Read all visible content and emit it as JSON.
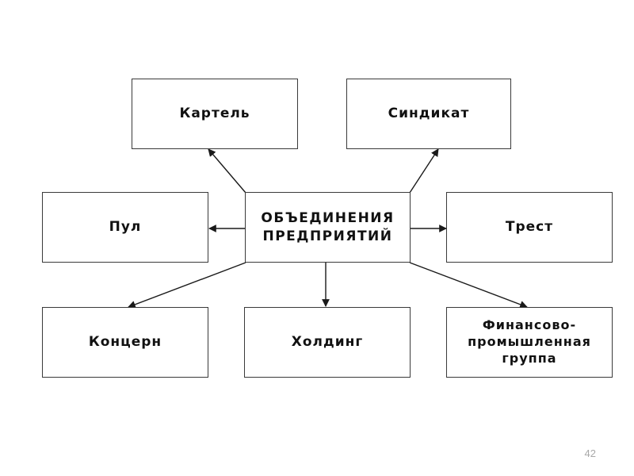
{
  "diagram": {
    "center": {
      "line1": "ОБЪЕДИНЕНИЯ",
      "line2": "ПРЕДПРИЯТИЙ"
    },
    "nodes": {
      "kartel": "Картель",
      "sindikat": "Синдикат",
      "pul": "Пул",
      "trest": "Трест",
      "koncern": "Концерн",
      "holding": "Холдинг",
      "fin_line1": "Финансово-",
      "fin_line2": "промышленная",
      "fin_line3": "группа"
    }
  },
  "page_number": "42",
  "colors": {
    "border": "#3a3a3a",
    "text": "#111111",
    "page_number": "#a8a8a8"
  }
}
